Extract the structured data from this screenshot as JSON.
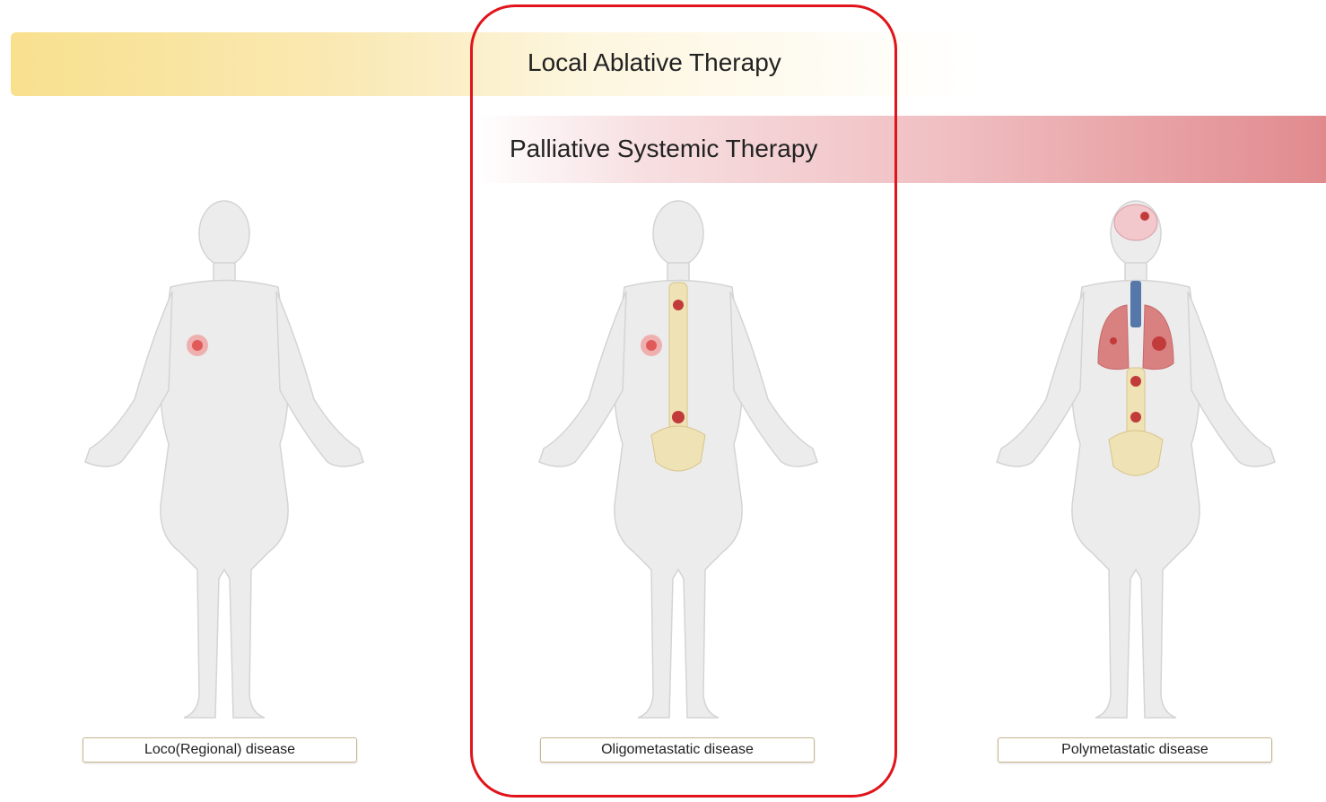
{
  "bands": {
    "local_ablative": "Local Ablative Therapy",
    "palliative_systemic": "Palliative Systemic Therapy"
  },
  "stages": [
    {
      "caption": "Loco(Regional) disease"
    },
    {
      "caption": "Oligometastatic disease"
    },
    {
      "caption": "Polymetastatic disease"
    }
  ],
  "colors": {
    "local_band": "#f8e08e",
    "palliative_band": "#e18a8e",
    "highlight_border": "#e0141a",
    "body_fill": "#ececec",
    "tumor": "#e05a5a",
    "spine": "#efe2b4",
    "lung": "#d98080",
    "trachea": "#5577aa"
  }
}
